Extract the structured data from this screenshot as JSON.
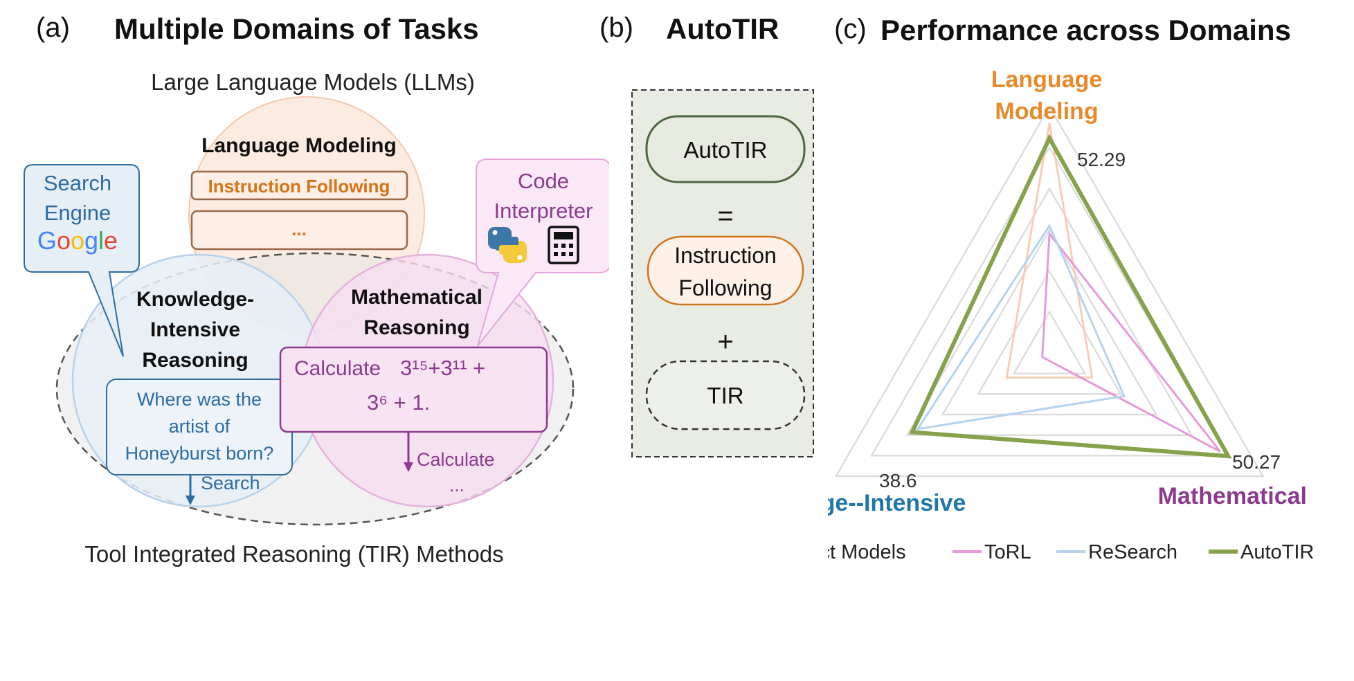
{
  "panel_a": {
    "letter": "(a)",
    "title": "Multiple Domains of Tasks",
    "llm_label": "Large Language Models (LLMs)",
    "tir_label": "Tool Integrated Reasoning (TIR) Methods",
    "language_modeling": {
      "title": "Language Modeling",
      "instruction_following": "Instruction Following",
      "more": "..."
    },
    "search_engine": {
      "line1": "Search",
      "line2": "Engine",
      "logo_letters": [
        "G",
        "o",
        "o",
        "g",
        "l",
        "e"
      ],
      "logo_colors": [
        "#4285F4",
        "#EA4335",
        "#FBBC05",
        "#4285F4",
        "#34A853",
        "#EA4335"
      ]
    },
    "code_interpreter": {
      "line1": "Code",
      "line2": "Interpreter",
      "icons": [
        "python-logo-icon",
        "calculator-icon"
      ]
    },
    "knowledge": {
      "line1": "Knowledge-",
      "line2": "Intensive",
      "line3": "Reasoning",
      "question_line1": "Where was the",
      "question_line2": "artist of",
      "question_line3": "Honeyburst born?",
      "action": "Search"
    },
    "math": {
      "line1": "Mathematical",
      "line2": "Reasoning",
      "problem_word": "Calculate",
      "problem_expr1": "3¹⁵+3¹¹ +",
      "problem_expr2": "3⁶ + 1.",
      "action": "Calculate",
      "more": "..."
    }
  },
  "panel_b": {
    "letter": "(b)",
    "title": "AutoTIR",
    "box_autotir": "AutoTIR",
    "equals": "=",
    "box_if_line1": "Instruction",
    "box_if_line2": "Following",
    "plus": "+",
    "box_tir": "TIR"
  },
  "panel_c": {
    "letter": "(c)",
    "title": "Performance across Domains"
  },
  "chart_data": {
    "type": "radar",
    "axes": [
      {
        "name": "Language Modeling",
        "label_line1": "Language",
        "label_line2": "Modeling",
        "color": "#E8892B"
      },
      {
        "name": "Mathematical",
        "label_line1": "Mathematical",
        "label_line2": "",
        "color": "#8B3A8E"
      },
      {
        "name": "Knowledge--Intensive",
        "label_line1": "Knowledge--Intensive",
        "label_line2": "",
        "color": "#1F77A8"
      }
    ],
    "range": [
      0,
      60
    ],
    "grid_levels": 6,
    "grid": true,
    "legend_position": "bottom",
    "series": [
      {
        "name": "Instruct Models",
        "color": "#F8CDB3",
        "values": [
          56,
          12,
          12
        ]
      },
      {
        "name": "ToRL",
        "color": "#E79AD8",
        "values": [
          29,
          48,
          2
        ]
      },
      {
        "name": "ReSearch",
        "color": "#B5D3EE",
        "values": [
          31,
          21,
          37
        ]
      },
      {
        "name": "AutoTIR",
        "color": "#86A24C",
        "values": [
          52.29,
          50.27,
          38.6
        ]
      }
    ],
    "annotations": [
      "52.29",
      "50.27",
      "38.6"
    ]
  },
  "colors": {
    "language_box": "#D4741A",
    "llm_circle": "#FBE4D6",
    "knowledge_circle": "#E6EEF6",
    "math_circle": "#F7DDF1",
    "tool_box_blue": "#2C6CA0",
    "tool_box_purple": "#E2A7DF",
    "math_border": "#8B3A8E",
    "panel_b_bg": "#E9ECE3"
  }
}
